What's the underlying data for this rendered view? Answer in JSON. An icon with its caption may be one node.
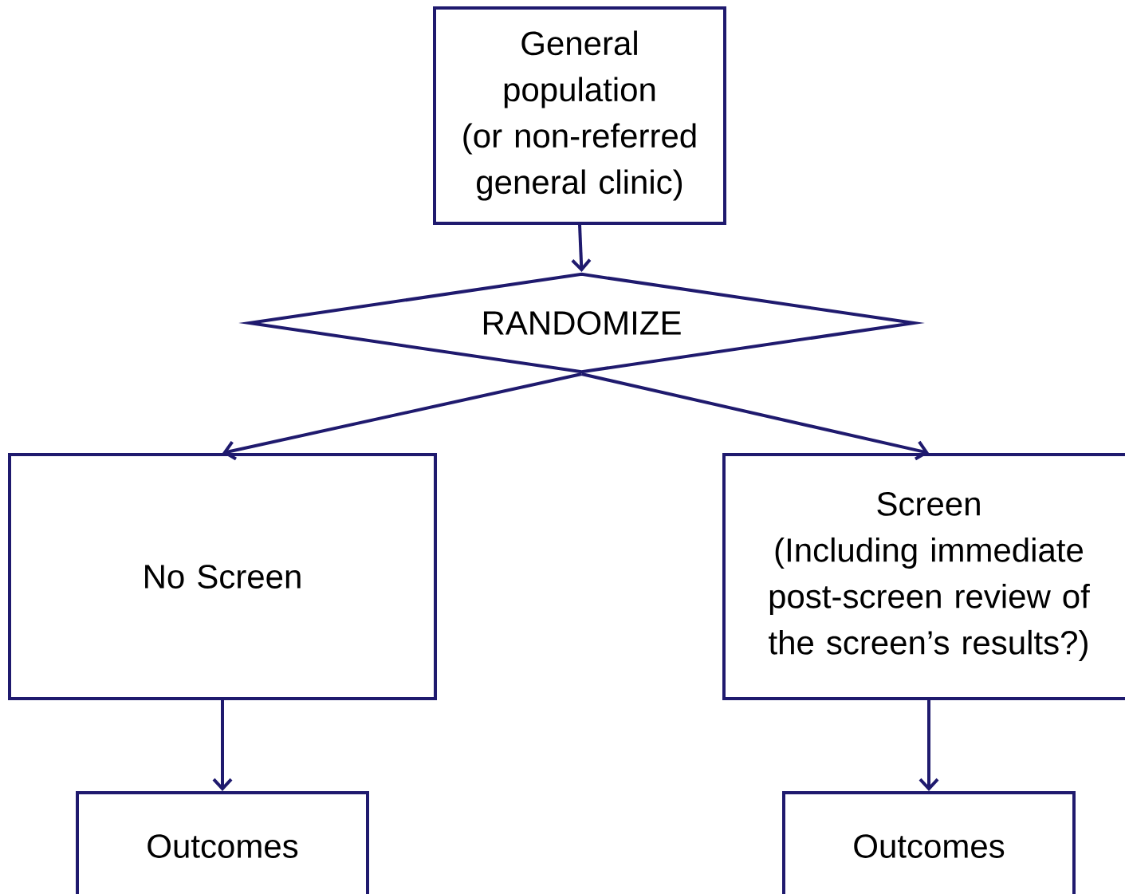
{
  "diagram": {
    "nodes": [
      {
        "text": [
          "General population (or non-referred general clinic)"
        ]
      },
      {
        "text": [
          "RANDOMIZE"
        ]
      },
      {
        "text": [
          "No Screen"
        ]
      },
      {
        "text": [
          "Screen",
          "(Including immediate post-screen review of the screen’s results?)"
        ]
      },
      {
        "text": [
          "Outcomes"
        ]
      },
      {
        "text": [
          "Outcomes"
        ]
      }
    ],
    "edges": [
      {
        "from": 0,
        "to": 1,
        "arrow": "to"
      },
      {
        "from": 1,
        "to": 2,
        "arrow": "to"
      },
      {
        "from": 1,
        "to": 3,
        "arrow": "to"
      },
      {
        "from": 2,
        "to": 4,
        "arrow": "to"
      },
      {
        "from": 3,
        "to": 5,
        "arrow": "to"
      }
    ]
  }
}
